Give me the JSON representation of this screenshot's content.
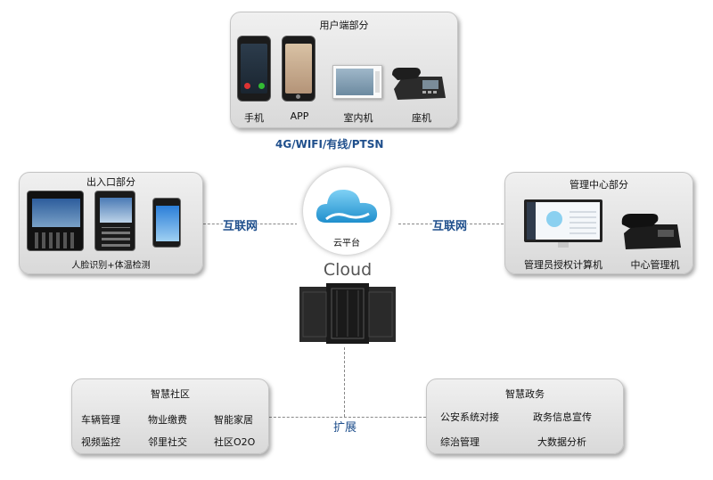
{
  "user_section": {
    "title": "用户端部分",
    "devices": [
      "手机",
      "APP",
      "室内机",
      "座机"
    ]
  },
  "access_section": {
    "title": "出入口部分",
    "caption": "人脸识别+体温检测"
  },
  "management_section": {
    "title": "管理中心部分",
    "devices": [
      "管理员授权计算机",
      "中心管理机"
    ]
  },
  "cloud": {
    "label": "云平台",
    "text": "Cloud"
  },
  "links": {
    "top": "4G/WIFI/有线/PTSN",
    "left": "互联网",
    "right": "互联网",
    "bottom": "扩展"
  },
  "smart_community": {
    "title": "智慧社区",
    "items": [
      "车辆管理",
      "物业缴费",
      "智能家居",
      "视频监控",
      "邻里社交",
      "社区O2O"
    ]
  },
  "smart_government": {
    "title": "智慧政务",
    "items": [
      "公安系统对接",
      "政务信息宣传",
      "综治管理",
      "大数据分析"
    ]
  },
  "colors": {
    "link_text": "#1f4f8c",
    "cloud": "#3aa6dc"
  }
}
